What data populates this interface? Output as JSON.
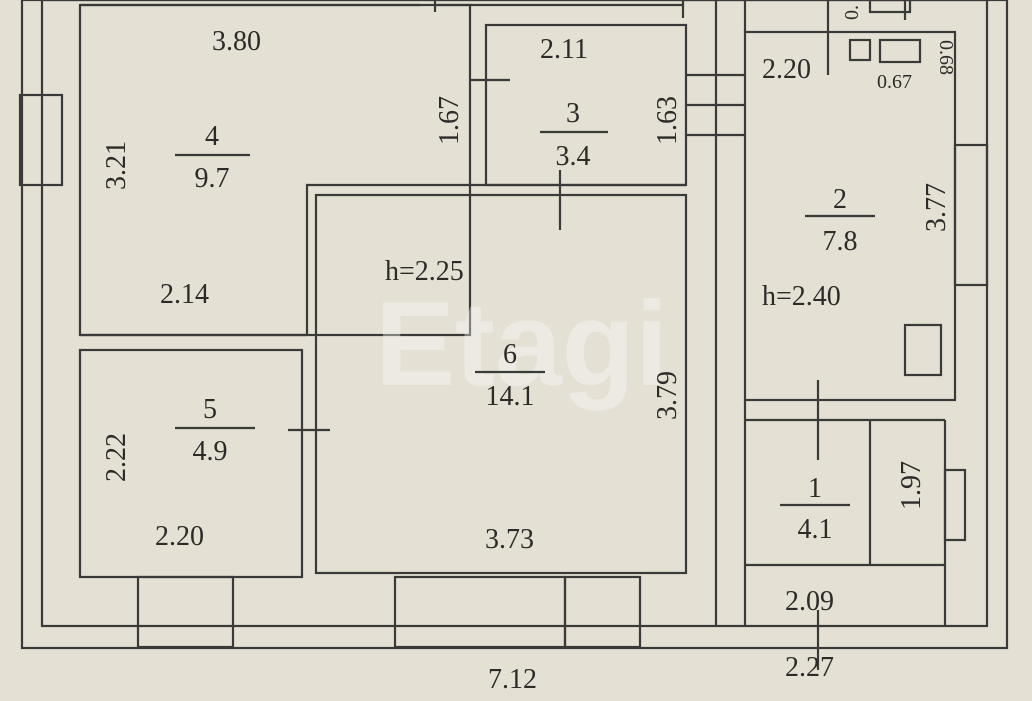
{
  "watermark": "Etagi",
  "rooms": [
    {
      "number": "4",
      "area": "9.7"
    },
    {
      "number": "3",
      "area": "3.4"
    },
    {
      "number": "2",
      "area": "7.8"
    },
    {
      "number": "6",
      "area": "14.1"
    },
    {
      "number": "5",
      "area": "4.9"
    },
    {
      "number": "1",
      "area": "4.1"
    }
  ],
  "heights": {
    "main": "h=2.25",
    "kitchen": "h=2.40"
  },
  "dimensions": {
    "r4_top": "3.80",
    "r4_side": "3.21",
    "r4_bottom": "2.14",
    "r4_inner": "1.67",
    "r3_top": "2.11",
    "r3_side": "1.63",
    "r2_top": "2.20",
    "r2_side": "3.77",
    "fixture_w": "0.67",
    "fixture_h": "0.68",
    "fixture_top": "0.",
    "r6_side": "3.79",
    "r6_bottom": "3.73",
    "r5_side": "2.22",
    "r5_bottom": "2.20",
    "r1_side": "1.97",
    "r1_bottom": "2.09",
    "total_left": "7.12",
    "total_right": "2.27"
  },
  "colors": {
    "paper": "#e4e0d4",
    "ink": "#3a3a38"
  }
}
